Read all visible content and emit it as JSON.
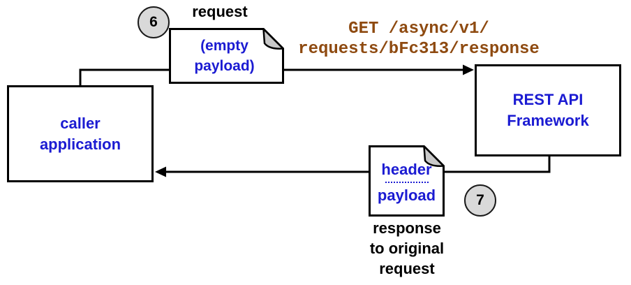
{
  "badges": {
    "step6": "6",
    "step7": "7"
  },
  "labels": {
    "request": "request",
    "get_line1": "GET /async/v1/",
    "get_line2": "requests/bFc313/response",
    "response_line1": "response",
    "response_line2": "to original",
    "response_line3": "request"
  },
  "nodes": {
    "caller": {
      "line1": "caller",
      "line2": "application"
    },
    "rest": {
      "line1": "REST API",
      "line2": "Framework"
    }
  },
  "documents": {
    "request_doc": {
      "line1": "(empty",
      "line2": "payload)"
    },
    "response_doc": {
      "top": "header",
      "bottom": "payload"
    }
  },
  "colors": {
    "blue_text": "#1b1bd2",
    "brown_text": "#8e4a10",
    "line_black": "#000000",
    "badge_fill": "#d9d9d9",
    "fold_fill": "#c9c9c9",
    "background": "#ffffff"
  }
}
